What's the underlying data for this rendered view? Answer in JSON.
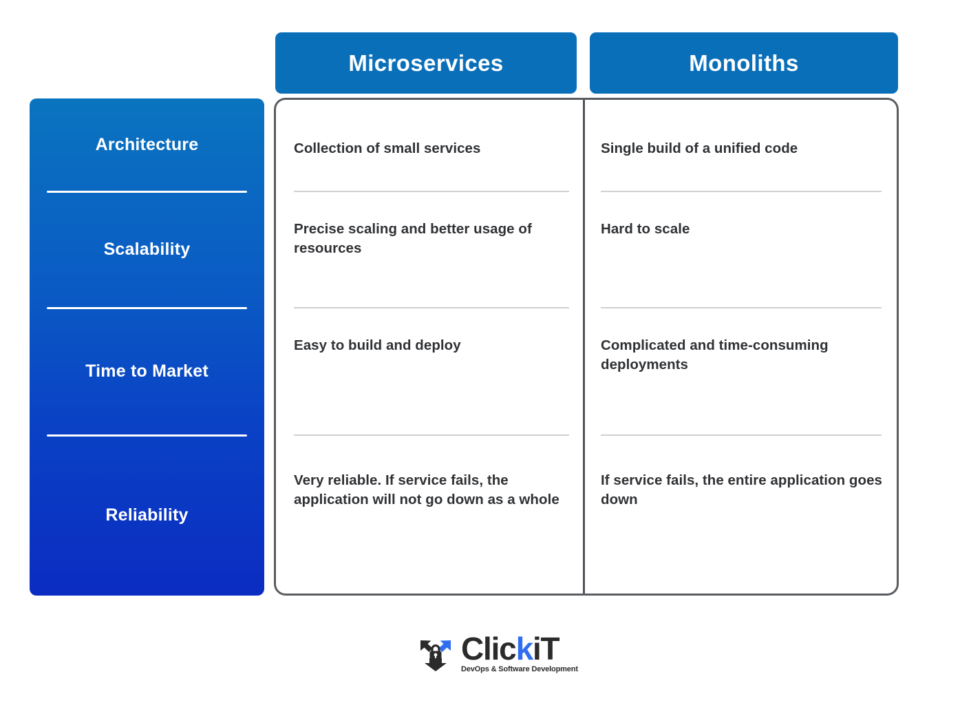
{
  "columns": [
    {
      "label": "Microservices"
    },
    {
      "label": "Monoliths"
    }
  ],
  "categories": [
    {
      "label": "Architecture"
    },
    {
      "label": "Scalability"
    },
    {
      "label": "Time to Market"
    },
    {
      "label": "Reliability"
    }
  ],
  "comparison": {
    "microservices": [
      "Collection of small services",
      "Precise scaling and better usage of resources",
      "Easy to build and deploy",
      "Very reliable. If service fails, the application will not go down as a whole"
    ],
    "monoliths": [
      "Single build of a unified code",
      "Hard to scale",
      "Complicated and time-consuming deployments",
      "If service fails, the entire application goes down"
    ]
  },
  "logo": {
    "word_first": "Clic",
    "word_accent": "k",
    "word_last": "iT",
    "tagline": "DevOps & Software Development"
  },
  "colors": {
    "header_blue": "#0a6fb9",
    "sidebar_top": "#0a74bf",
    "sidebar_bottom": "#0b2cc1",
    "card_border": "#595c60",
    "column_divider": "#4f5358",
    "row_divider": "#cfd0d1",
    "body_text": "#2f3134",
    "logo_accent": "#2f6ef0"
  }
}
